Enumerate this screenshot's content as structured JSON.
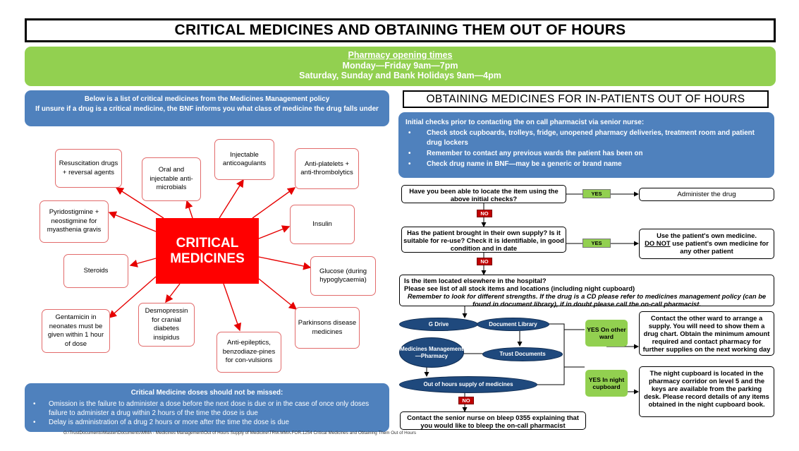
{
  "title": "CRITICAL MEDICINES AND OBTAINING THEM OUT OF HOURS",
  "opening": {
    "heading": "Pharmacy opening times",
    "line1": "Monday—Friday 9am—7pm",
    "line2": "Saturday, Sunday and Bank Holidays 9am—4pm"
  },
  "critical_intro": {
    "line1": "Below is a list of critical medicines from the Medicines Management policy",
    "line2": "If unsure if a drug is a critical medicine, the BNF informs you what class of medicine the drug falls under"
  },
  "mindmap": {
    "center": "CRITICAL MEDICINES",
    "nodes": {
      "resuscitation": "Resuscitation drugs + reversal agents",
      "oral_antimicrobials": "Oral and injectable anti-microbials",
      "anticoagulants": "Injectable anticoagulants",
      "antiplatelets": "Anti-platelets + anti-thrombolytics",
      "pyridostigmine": "Pyridostigmine + neostigmine for myasthenia gravis",
      "insulin": "Insulin",
      "steroids": "Steroids",
      "glucose": "Glucose (during hypoglycaemia)",
      "gentamicin": "Gentamicin in neonates must be given within 1 hour of dose",
      "desmopressin": "Desmopressin for cranial diabetes insipidus",
      "antiepileptics": "Anti-epileptics, benzodiaze-pines for con-vulsions",
      "parkinsons": "Parkinsons disease medicines"
    },
    "line_color": "#e60000"
  },
  "doses": {
    "heading": "Critical Medicine doses should not be missed:",
    "items": [
      "Omission is the failure to administer a dose before the next dose is due or in the case of once only doses failure to administer a drug within 2 hours of the time the dose is due",
      "Delay is administration of a drug 2 hours or more after the time the dose is due"
    ]
  },
  "out_of_hours_title": "OBTAINING MEDICINES FOR IN-PATIENTS OUT OF HOURS",
  "initial_checks": {
    "heading": "Initial checks prior to contacting the on call pharmacist via senior nurse:",
    "items": [
      "Check stock cupboards, trolleys, fridge, unopened pharmacy deliveries, treatment room and patient drug lockers",
      "Remember to contact any previous wards the patient has been on",
      "Check drug name in BNF—may be a generic or brand name"
    ]
  },
  "flow": {
    "q1": "Have you been able to locate the item using the above initial checks?",
    "yes": "YES",
    "no": "NO",
    "administer": "Administer the drug",
    "q2": "Has the patient brought in their own supply? Is it suitable for re-use? Check it is identifiable, in good condition and in date",
    "own_supply_line1": "Use the patient's own medicine.",
    "own_supply_do_not": "DO NOT",
    "own_supply_line2": " use patient's own medicine for any  other patient",
    "q3_line1": "Is the item located elsewhere in the hospital?",
    "q3_line2": "Please see list of all stock items and locations (including night cupboard)",
    "q3_line3": "Remember to look for different strengths. If the drug is a CD please refer to medicines management policy (can be found in document library), if in doubt please call the on-call pharmacist.",
    "g_drive": "G Drive",
    "document_library": "Document Library",
    "medicines_management": "Medicines Management —Pharmacy",
    "trust_documents": "Trust Documents",
    "ooh_supply": "Out of hours supply of medicines",
    "yes_other_ward": "YES On other ward",
    "other_ward_text": "Contact the other ward to arrange a supply. You will need to show them a drug chart. Obtain the minimum amount required and contact pharmacy for further supplies on the next working day",
    "yes_night_cupboard": "YES In night cupboard",
    "night_cupboard_text": "The night cupboard is located in the pharmacy corridor on level 5 and the keys are available from the parking desk. Please record details of any items obtained in the night cupboard book.",
    "senior_nurse": "Contact the senior nurse on bleep 0355 explaining that you would like to bleep the on-call pharmacist"
  },
  "footer_path": "G:\\TrustDocuments\\Master\\Documents\\MMA - Medicines Management\\Out of Hours Supply of Medicine\\TRW.MMA.FOR.1254 Critical Medicines and Obtaining Them Out of Hours",
  "colors": {
    "green": "#92d050",
    "blue": "#4f81bd",
    "red": "#ff0000",
    "navy": "#1f497d"
  }
}
